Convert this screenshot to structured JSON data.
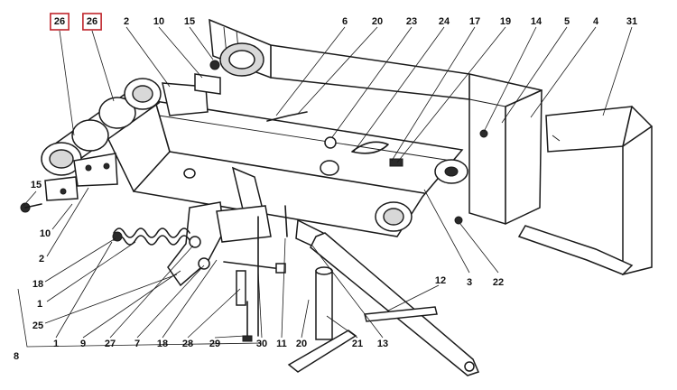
{
  "highlight_color": "#c0262d",
  "ink_color": "#1a1a1a",
  "callouts": [
    {
      "id": "c26a",
      "label": "26",
      "highlighted": true
    },
    {
      "id": "c26b",
      "label": "26",
      "highlighted": true
    },
    {
      "id": "c2top",
      "label": "2"
    },
    {
      "id": "c10top",
      "label": "10"
    },
    {
      "id": "c15top",
      "label": "15"
    },
    {
      "id": "c6",
      "label": "6"
    },
    {
      "id": "c20top",
      "label": "20"
    },
    {
      "id": "c23",
      "label": "23"
    },
    {
      "id": "c24",
      "label": "24"
    },
    {
      "id": "c17",
      "label": "17"
    },
    {
      "id": "c19",
      "label": "19"
    },
    {
      "id": "c14",
      "label": "14"
    },
    {
      "id": "c5",
      "label": "5"
    },
    {
      "id": "c4",
      "label": "4"
    },
    {
      "id": "c31",
      "label": "31"
    },
    {
      "id": "c15left",
      "label": "15"
    },
    {
      "id": "c10left",
      "label": "10"
    },
    {
      "id": "c2left",
      "label": "2"
    },
    {
      "id": "c18left",
      "label": "18"
    },
    {
      "id": "c1left",
      "label": "1"
    },
    {
      "id": "c25",
      "label": "25"
    },
    {
      "id": "c8",
      "label": "8"
    },
    {
      "id": "c1b",
      "label": "1"
    },
    {
      "id": "c9",
      "label": "9"
    },
    {
      "id": "c27",
      "label": "27"
    },
    {
      "id": "c7",
      "label": "7"
    },
    {
      "id": "c18b",
      "label": "18"
    },
    {
      "id": "c28",
      "label": "28"
    },
    {
      "id": "c29",
      "label": "29"
    },
    {
      "id": "c30",
      "label": "30"
    },
    {
      "id": "c11",
      "label": "11"
    },
    {
      "id": "c20b",
      "label": "20"
    },
    {
      "id": "c21",
      "label": "21"
    },
    {
      "id": "c13",
      "label": "13"
    },
    {
      "id": "c12",
      "label": "12"
    },
    {
      "id": "c3",
      "label": "3"
    },
    {
      "id": "c22",
      "label": "22"
    }
  ]
}
